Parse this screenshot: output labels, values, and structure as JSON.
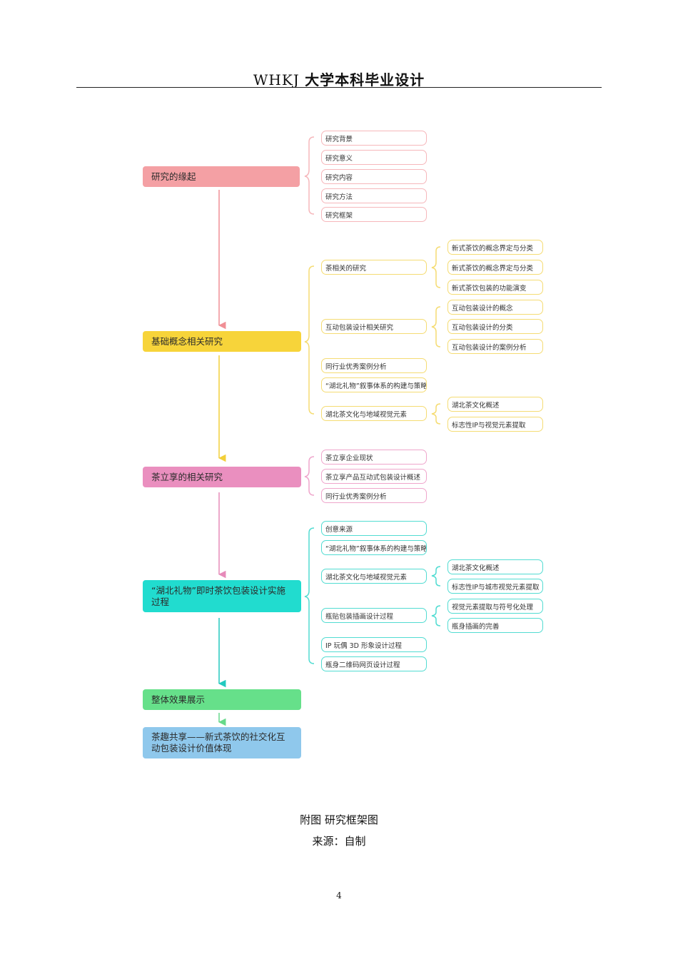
{
  "header": {
    "prefix": "WHKJ",
    "title": "大学本科毕业设计"
  },
  "colors": {
    "red": "#f4a0a4",
    "yellow": "#f7d43a",
    "pink": "#ea8fbf",
    "cyan": "#21dccf",
    "green": "#66e08a",
    "blue": "#8fc8ec",
    "subRed": "#f6b7bb",
    "subYellow": "#f5dc73",
    "subPink": "#efa6cc",
    "subCyan": "#52dcd2"
  },
  "main": {
    "s1": "研究的缘起",
    "s2": "基础概念相关研究",
    "s3": "茶立享的相关研究",
    "s4": "“湖北礼物”即时茶饮包装设计实施过程",
    "s5": "整体效果展示",
    "s6": "茶趣共享——新式茶饮的社交化互动包装设计价值体现"
  },
  "s1items": [
    "研究背景",
    "研究意义",
    "研究内容",
    "研究方法",
    "研究框架"
  ],
  "s2items": {
    "tea": "茶相关的研究",
    "tea_sub": [
      "新式茶饮的概念界定与分类",
      "新式茶饮的概念界定与分类",
      "新式茶饮包装的功能演变"
    ],
    "interactive": "互动包装设计相关研究",
    "interactive_sub": [
      "互动包装设计的概念",
      "互动包装设计的分类",
      "互动包装设计的案例分析"
    ],
    "peer": "同行业优秀案例分析",
    "narrative": "“湖北礼物”叙事体系的构建与策略",
    "culture": "湖北茶文化与地域视觉元素",
    "culture_sub": [
      "湖北茶文化概述",
      "标志性IP与视觉元素提取"
    ]
  },
  "s3items": [
    "茶立享企业现状",
    "茶立享产品互动式包装设计概述",
    "同行业优秀案例分析"
  ],
  "s4items": {
    "creative": "创意来源",
    "narrative": "“湖北礼物”叙事体系的构建与策略",
    "culture": "湖北茶文化与地域视觉元素",
    "culture_sub": [
      "湖北茶文化概述",
      "标志性IP与城市视觉元素提取"
    ],
    "label": "瓶贴包装插画设计过程",
    "label_sub": [
      "视觉元素提取与符号化处理",
      "瓶身插画的完善"
    ],
    "ip": "IP 玩偶 3D 形象设计过程",
    "qr": "瓶身二维码网页设计过程"
  },
  "caption": {
    "title": "附图  研究框架图",
    "source": "来源：自制"
  },
  "page": "4"
}
